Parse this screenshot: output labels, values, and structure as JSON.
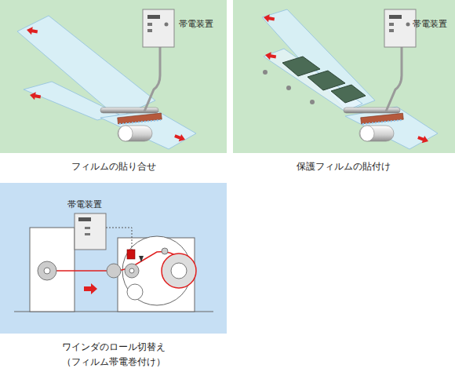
{
  "diagram": {
    "labels": [
      "帯電装置",
      "フィルムの貼り合せ",
      "帯電装置",
      "保護フィルムの貼付け",
      "帯電装置",
      "ワインダのロール切替え",
      "（フィルム帯電巻付け）"
    ]
  }
}
